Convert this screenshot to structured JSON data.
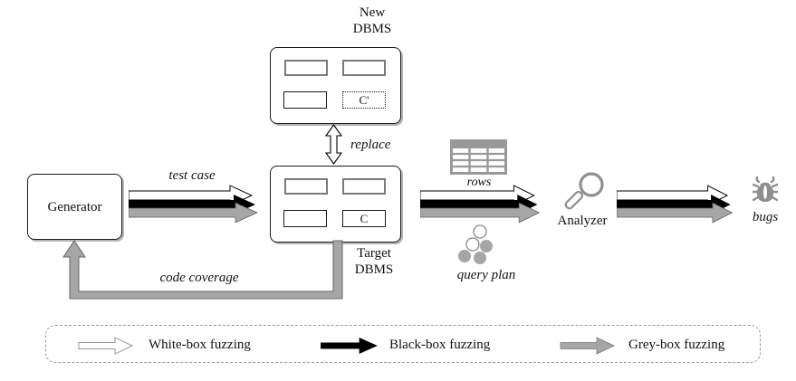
{
  "nodes": {
    "generator": {
      "label": "Generator"
    },
    "new_dbms": {
      "line1": "New",
      "line2": "DBMS",
      "component": "C'"
    },
    "target_dbms": {
      "line1": "Target",
      "line2": "DBMS",
      "component": "C"
    },
    "analyzer": {
      "label": "Analyzer"
    }
  },
  "labels": {
    "test_case": "test case",
    "replace": "replace",
    "code_coverage": "code coverage",
    "rows": "rows",
    "query_plan": "query plan",
    "bugs": "bugs"
  },
  "legend": {
    "items": [
      {
        "label": "White-box fuzzing",
        "arrow_color": "#ffffff"
      },
      {
        "label": "Black-box fuzzing",
        "arrow_color": "#000000"
      },
      {
        "label": "Grey-box fuzzing",
        "arrow_color": "#a6a6a6"
      }
    ]
  },
  "icons": {
    "rows": "table-icon",
    "query_plan": "tree-icon",
    "analyzer": "magnifier-icon",
    "bugs": "bug-icon"
  },
  "colors": {
    "white": "#ffffff",
    "black": "#000000",
    "grey": "#a6a6a6",
    "icon_grey": "#8f8f8f"
  }
}
